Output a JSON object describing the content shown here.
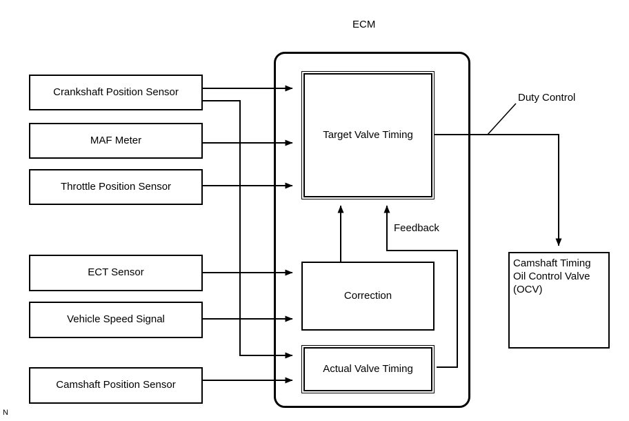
{
  "diagram": {
    "title": "ECM",
    "corner_mark": "N",
    "container": {
      "label": "ECM",
      "name": "ecm-container"
    },
    "input_sensors": [
      {
        "id": "crankshaft-position-sensor",
        "label": "Crankshaft Position Sensor"
      },
      {
        "id": "maf-meter",
        "label": "MAF Meter"
      },
      {
        "id": "throttle-position-sensor",
        "label": "Throttle Position Sensor"
      },
      {
        "id": "ect-sensor",
        "label": "ECT Sensor"
      },
      {
        "id": "vehicle-speed-signal",
        "label": "Vehicle Speed Signal"
      },
      {
        "id": "camshaft-position-sensor",
        "label": "Camshaft Position Sensor"
      }
    ],
    "ecm_blocks": [
      {
        "id": "target-valve-timing",
        "label": "Target Valve Timing",
        "border": "double"
      },
      {
        "id": "correction",
        "label": "Correction",
        "border": "single"
      },
      {
        "id": "actual-valve-timing",
        "label": "Actual Valve Timing",
        "border": "double"
      }
    ],
    "output_actuator": {
      "id": "camshaft-timing-oil-control-valve",
      "label": "Camshaft Timing\nOil Control Valve\n(OCV)",
      "line1": "Camshaft Timing",
      "line2": "Oil Control Valve",
      "line3": "(OCV)"
    },
    "signal_labels": [
      {
        "id": "duty-control",
        "label": "Duty Control"
      },
      {
        "id": "feedback",
        "label": "Feedback"
      }
    ],
    "connections": [
      {
        "from": "crankshaft-position-sensor",
        "to": "target-valve-timing"
      },
      {
        "from": "crankshaft-position-sensor",
        "to": "actual-valve-timing"
      },
      {
        "from": "maf-meter",
        "to": "target-valve-timing"
      },
      {
        "from": "throttle-position-sensor",
        "to": "target-valve-timing"
      },
      {
        "from": "ect-sensor",
        "to": "correction"
      },
      {
        "from": "vehicle-speed-signal",
        "to": "correction"
      },
      {
        "from": "camshaft-position-sensor",
        "to": "actual-valve-timing"
      },
      {
        "from": "correction",
        "to": "target-valve-timing"
      },
      {
        "from": "actual-valve-timing",
        "to": "target-valve-timing",
        "label": "Feedback"
      },
      {
        "from": "target-valve-timing",
        "to": "camshaft-timing-oil-control-valve",
        "label": "Duty Control"
      }
    ],
    "colors": {
      "stroke": "#000000",
      "background": "#ffffff",
      "text": "#000000"
    }
  }
}
